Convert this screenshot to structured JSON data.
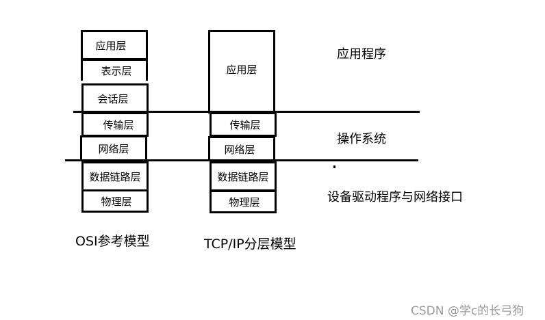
{
  "osi_model": {
    "title": "OSI参考模型",
    "layers": [
      "应用层",
      "表示层",
      "会话层",
      "传输层",
      "网络层",
      "数据链路层",
      "物理层"
    ]
  },
  "tcpip_model": {
    "title": "TCP/IP分层模型",
    "layers": [
      "应用层",
      "传输层",
      "网络层",
      "数据链路层",
      "物理层"
    ]
  },
  "regions": {
    "top": "应用程序",
    "middle": "操作系统",
    "bottom": "设备驱动程序与网络接口"
  },
  "watermark": "CSDN @学c的长弓狗"
}
